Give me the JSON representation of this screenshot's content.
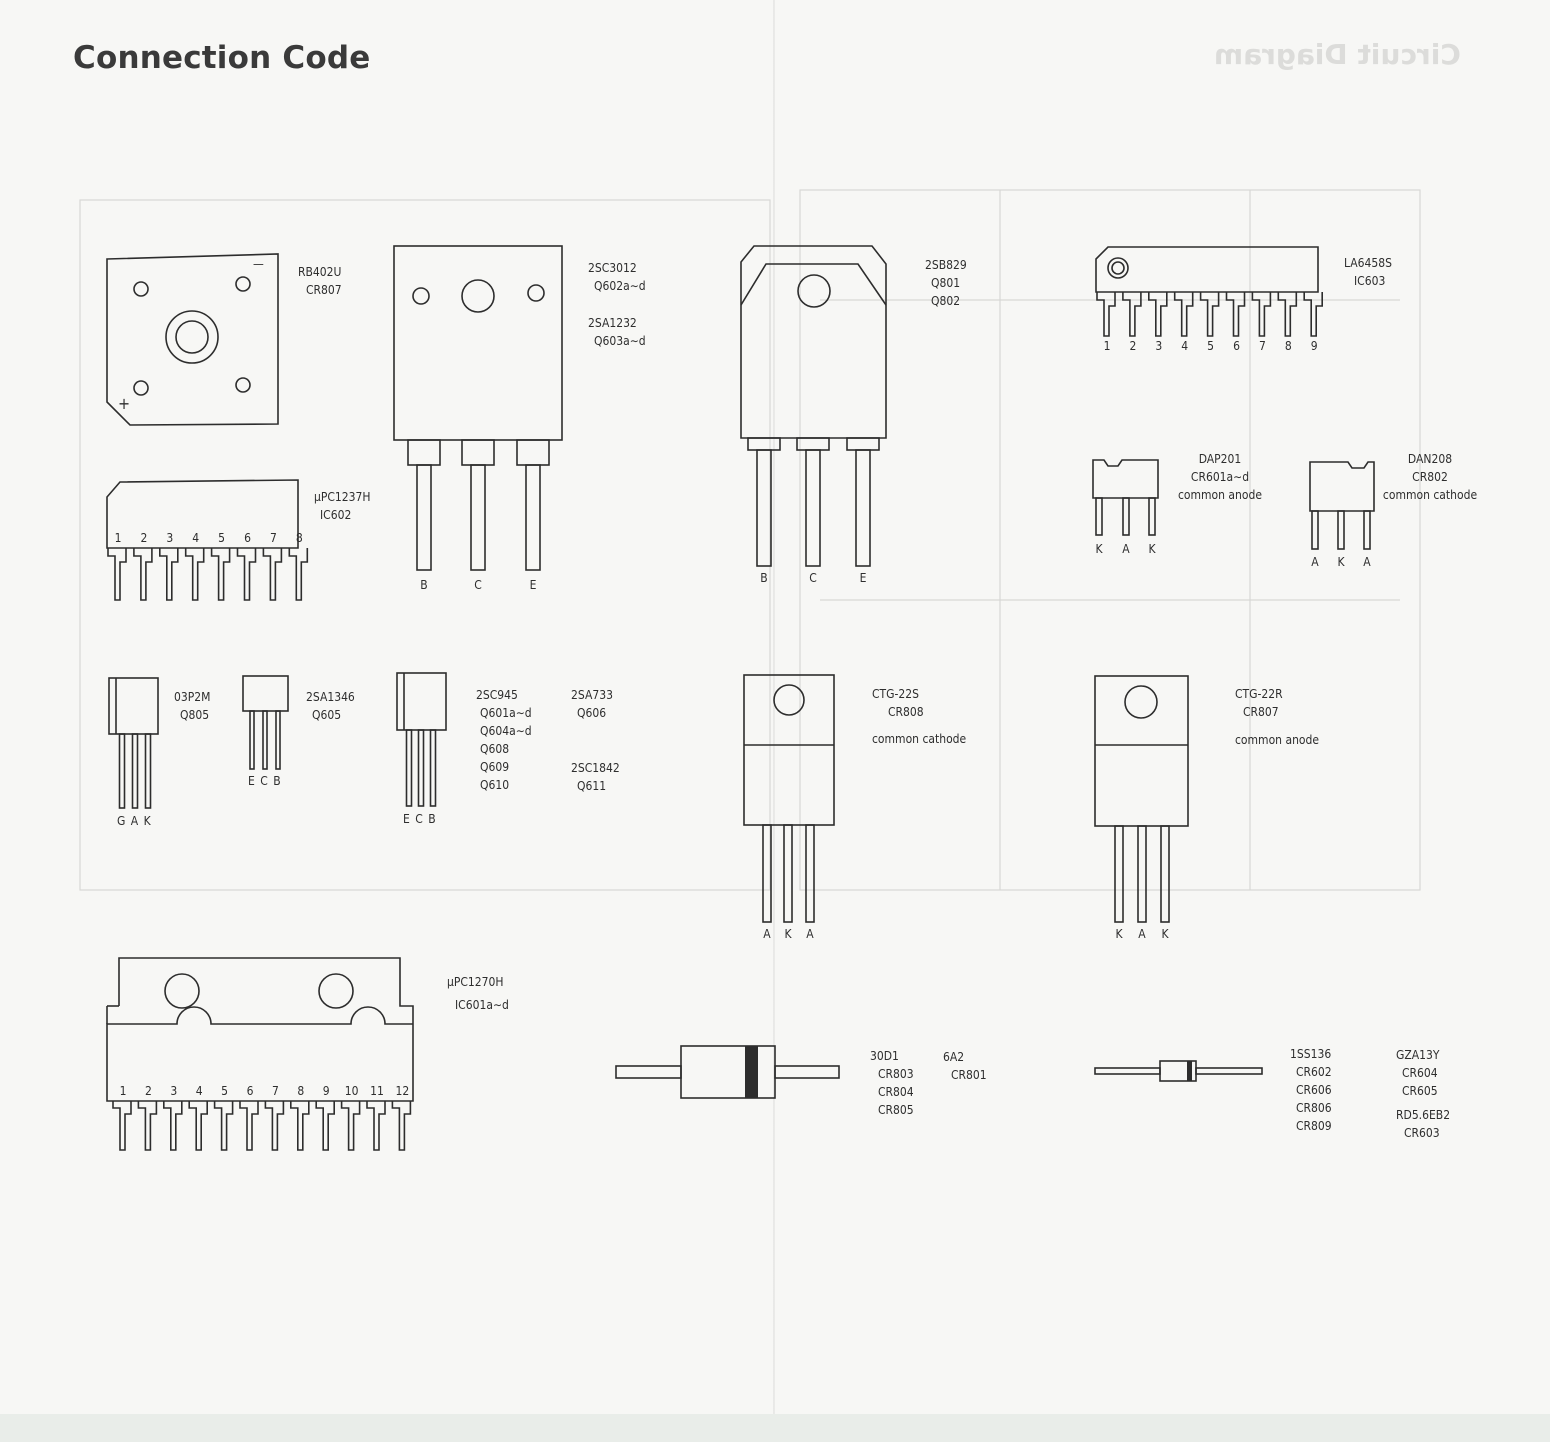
{
  "title": "Connection Code",
  "ghost_title": "Circuit Diagram",
  "components": {
    "rb402u": {
      "lines": [
        "RB402U",
        "CR807"
      ]
    },
    "upc1237h": {
      "lines": [
        "μPC1237H",
        "IC602"
      ],
      "pins": [
        "1",
        "2",
        "3",
        "4",
        "5",
        "6",
        "7",
        "8"
      ]
    },
    "to3p_a": {
      "lines_a": [
        "2SC3012",
        "Q602a∼d"
      ],
      "lines_b": [
        "2SA1232",
        "Q603a∼d"
      ],
      "pins": [
        "B",
        "C",
        "E"
      ]
    },
    "to3p_b": {
      "lines": [
        "2SB829",
        "Q801",
        "Q802"
      ],
      "pins": [
        "B",
        "C",
        "E"
      ]
    },
    "la6458s": {
      "lines": [
        "LA6458S",
        "IC603"
      ],
      "pins": [
        "1",
        "2",
        "3",
        "4",
        "5",
        "6",
        "7",
        "8",
        "9"
      ]
    },
    "dap201": {
      "lines": [
        "DAP201",
        "CR601a∼d",
        "common anode"
      ],
      "pins": [
        "K",
        "A",
        "K"
      ]
    },
    "dan208": {
      "lines": [
        "DAN208",
        "CR802",
        "common cathode"
      ],
      "pins": [
        "A",
        "K",
        "A"
      ]
    },
    "o3p2m": {
      "lines": [
        "03P2M",
        "Q805"
      ],
      "pins": "G A K"
    },
    "sa1346": {
      "lines": [
        "2SA1346",
        "Q605"
      ],
      "pins": "E C B"
    },
    "sc945": {
      "col1": [
        "2SC945",
        "Q601a∼d",
        "Q604a∼d",
        "Q608",
        "Q609",
        "Q610"
      ],
      "col2a": [
        "2SA733",
        "Q606"
      ],
      "col2b": [
        "2SC1842",
        "Q611"
      ],
      "pins": "E C B"
    },
    "ctg22s": {
      "lines": [
        "CTG-22S",
        "CR808"
      ],
      "note": "common cathode",
      "pins": [
        "A",
        "K",
        "A"
      ]
    },
    "ctg22r": {
      "lines": [
        "CTG-22R",
        "CR807"
      ],
      "note": "common anode",
      "pins": [
        "K",
        "A",
        "K"
      ]
    },
    "upc1270h": {
      "lines": [
        "μPC1270H",
        "IC601a∼d"
      ],
      "pins": [
        "1",
        "2",
        "3",
        "4",
        "5",
        "6",
        "7",
        "8",
        "9",
        "10",
        "11",
        "12"
      ]
    },
    "d30d1": {
      "col1": [
        "30D1",
        "CR803",
        "CR804",
        "CR805"
      ],
      "col2": [
        "6A2",
        "CR801"
      ]
    },
    "d1ss136": {
      "col1": [
        "1SS136",
        "CR602",
        "CR606",
        "CR806",
        "CR809"
      ],
      "col2a": [
        "GZA13Y",
        "CR604",
        "CR605"
      ],
      "col2b": [
        "RD5.6EB2",
        "CR603"
      ]
    },
    "rb402u_marks": {
      "minus": "—",
      "plus": "+"
    }
  }
}
